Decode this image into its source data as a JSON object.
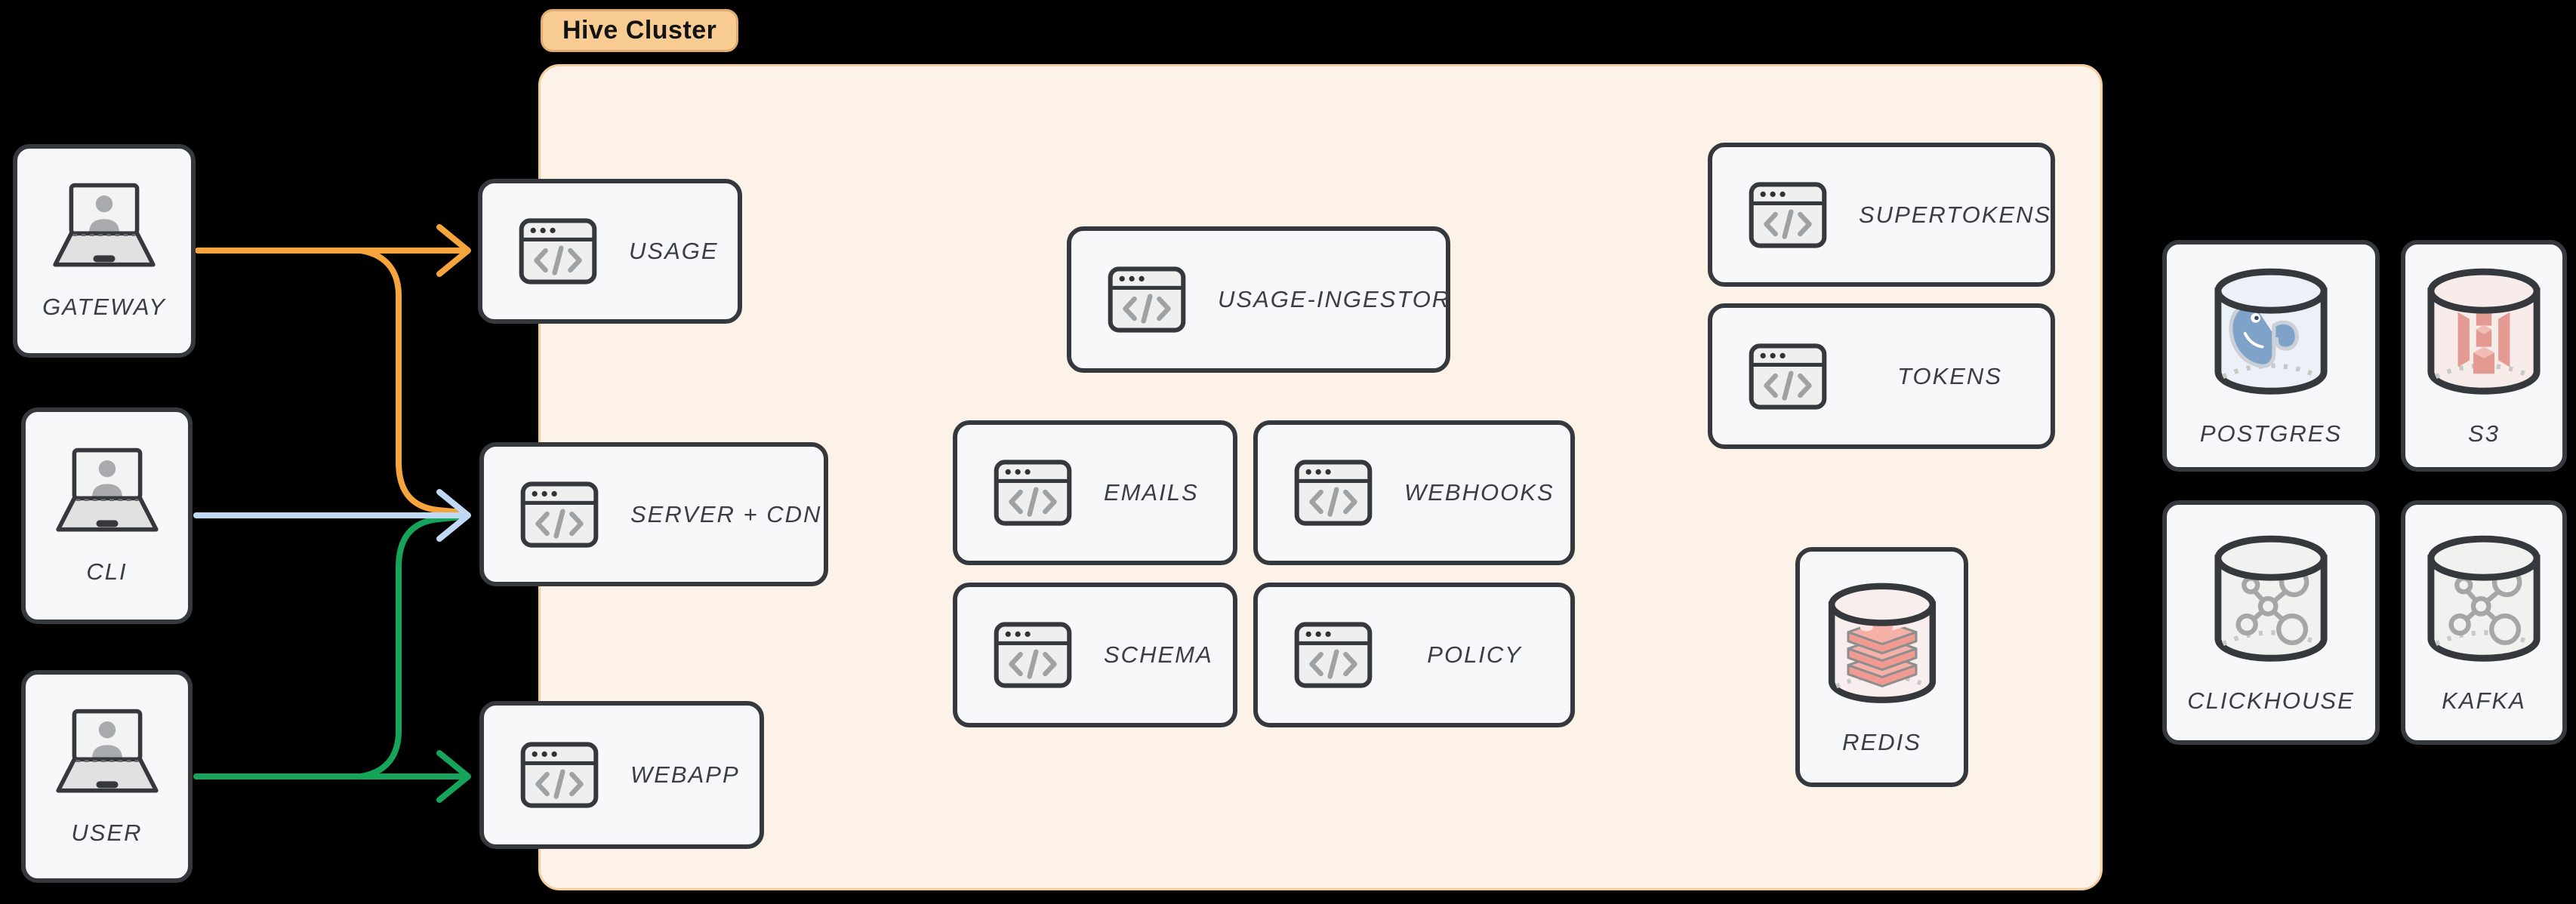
{
  "title_badge": {
    "label": "Hive Cluster"
  },
  "colors": {
    "canvas_bg": "#000000",
    "cluster_bg": "#FDF2E8",
    "cluster_border": "#F5CE9E",
    "badge_bg": "#F8CC92",
    "badge_border": "#DFAC73",
    "badge_text": "#131313",
    "node_bg": "#F7F8F9",
    "node_border": "#35393D",
    "label": "#3A3F44",
    "arrow_orange": "#F7A43C",
    "arrow_blue": "#BFD9F4",
    "arrow_green": "#16A45B",
    "icon_gray": "#9FA2A4",
    "cylinder_gray_tint": "#F1F1F0",
    "redis_tint": "#F9EEEE",
    "redis_pink": "#F09A92",
    "redis_light": "#F5B0A8",
    "postgres_tint": "#ECF1F7",
    "postgres_blue": "#7FA3C8",
    "s3_tint": "#F7ECEA",
    "s3_red": "#E29A92",
    "s3_light": "#F0BCB4"
  },
  "actors": {
    "gateway": {
      "label": "GATEWAY"
    },
    "cli": {
      "label": "CLI"
    },
    "user": {
      "label": "USER"
    }
  },
  "services": {
    "usage": {
      "label": "USAGE"
    },
    "server_cdn": {
      "label": "SERVER + CDN"
    },
    "webapp": {
      "label": "WEBAPP"
    },
    "usage_ingestor": {
      "label": "USAGE-INGESTOR"
    },
    "emails": {
      "label": "EMAILS"
    },
    "webhooks": {
      "label": "WEBHOOKS"
    },
    "schema": {
      "label": "SCHEMA"
    },
    "policy": {
      "label": "POLICY"
    },
    "supertokens": {
      "label": "SUPERTOKENS"
    },
    "tokens": {
      "label": "TOKENS"
    }
  },
  "datastores": {
    "redis": {
      "label": "REDIS"
    },
    "postgres": {
      "label": "POSTGRES"
    },
    "s3": {
      "label": "S3"
    },
    "clickhouse": {
      "label": "CLICKHOUSE"
    },
    "kafka": {
      "label": "KAFKA"
    }
  },
  "edges": [
    {
      "from": "gateway",
      "to": "usage",
      "color": "orange"
    },
    {
      "from": "gateway",
      "to": "server_cdn",
      "color": "orange"
    },
    {
      "from": "cli",
      "to": "server_cdn",
      "color": "blue"
    },
    {
      "from": "user",
      "to": "server_cdn",
      "color": "green"
    },
    {
      "from": "user",
      "to": "webapp",
      "color": "green"
    }
  ]
}
